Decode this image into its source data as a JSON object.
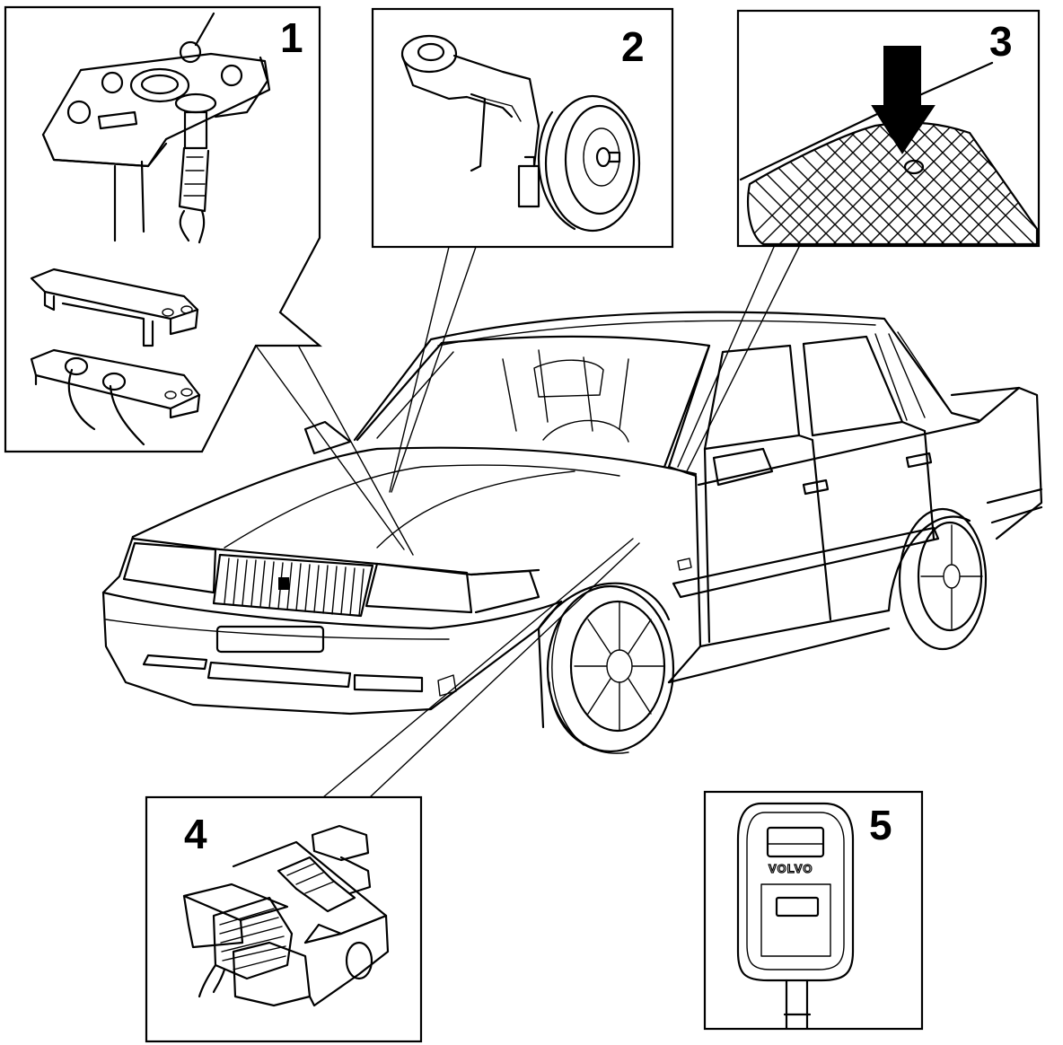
{
  "callouts": [
    {
      "id": 1,
      "label": "1"
    },
    {
      "id": 2,
      "label": "2"
    },
    {
      "id": 3,
      "label": "3"
    },
    {
      "id": 4,
      "label": "4"
    },
    {
      "id": 5,
      "label": "5"
    }
  ],
  "remote": {
    "brand_text": "VOLVO"
  },
  "colors": {
    "line": "#000000",
    "background": "#ffffff"
  }
}
